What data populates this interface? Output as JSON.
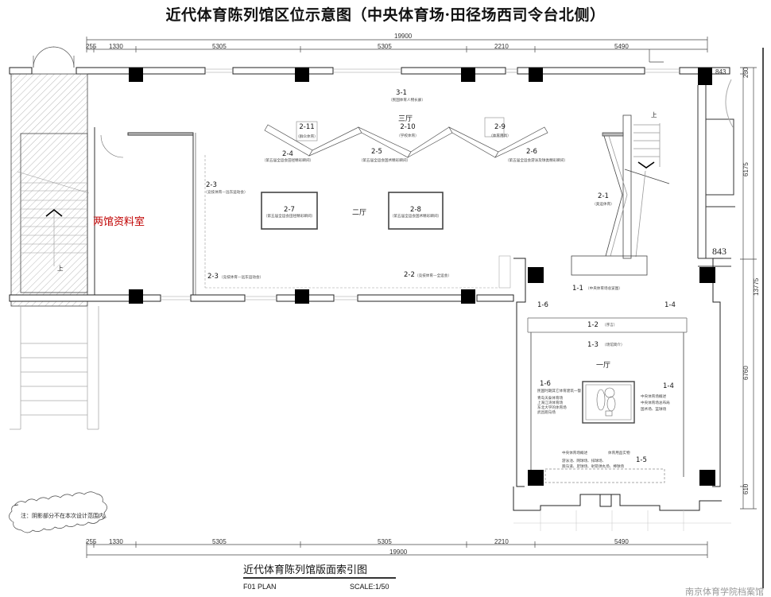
{
  "title": "近代体育陈列馆区位示意图（中央体育场·田径场西司令台北侧）",
  "dimensions": {
    "top_total": "19900",
    "top_segments": [
      "255",
      "1330",
      "5305",
      "5305",
      "2210",
      "5490"
    ],
    "bottom_total": "19900",
    "bottom_segments": [
      "255",
      "1330",
      "5305",
      "5305",
      "2210",
      "5490"
    ],
    "right_segments": [
      "230",
      "6175",
      "6760",
      "610"
    ],
    "right_total": "13775",
    "offset_top": "843",
    "offset_mid": "843"
  },
  "halls": {
    "hall1": "一厅",
    "hall2": "二厅",
    "hall3": "三厅"
  },
  "room_label": "两馆资料室",
  "stair_up": "上",
  "panels": [
    {
      "id": "3-1",
      "desc": "（民国体育人物长廊）"
    },
    {
      "id": "2-11",
      "desc": "（群众体育）"
    },
    {
      "id": "2-10",
      "desc": "（学校体育）"
    },
    {
      "id": "2-9",
      "desc": "（体育用具）"
    },
    {
      "id": "2-4",
      "desc": "（第五届全运会田径精彩瞬间）"
    },
    {
      "id": "2-5",
      "desc": "（第五届全运会国术精彩瞬间）"
    },
    {
      "id": "2-6",
      "desc": "（第五届全运会游泳及球类精彩瞬间）"
    },
    {
      "id": "2-3a",
      "label": "2-3",
      "desc": "（竞技体育—远东运动会）"
    },
    {
      "id": "2-7",
      "desc": "（第五届全运会田径精彩瞬间）"
    },
    {
      "id": "2-8",
      "desc": "（第五届全运会国术精彩瞬间）"
    },
    {
      "id": "2-3b",
      "label": "2-3",
      "desc": "（竞技体育—远东运动会）"
    },
    {
      "id": "2-2",
      "desc": "（竞技体育—全运会）"
    },
    {
      "id": "2-1",
      "desc": "（奥运体育）"
    },
    {
      "id": "1-1",
      "desc": "（中央体育场总览图）"
    },
    {
      "id": "1-6a",
      "label": "1-6",
      "desc": ""
    },
    {
      "id": "1-4a",
      "label": "1-4",
      "desc": ""
    },
    {
      "id": "1-2",
      "desc": "（序言）"
    },
    {
      "id": "1-3",
      "desc": "（场馆简介）"
    },
    {
      "id": "1-6b",
      "label": "1-6",
      "desc": ""
    },
    {
      "id": "1-4b",
      "label": "1-4",
      "desc": ""
    },
    {
      "id": "1-5",
      "desc": ""
    }
  ],
  "hall1_text": {
    "left": [
      "民国时期其它体育建筑一瞥",
      "青岛天泰体育场",
      "上海江湾体育场",
      "东北大学的体育场",
      "武昌跑马场"
    ],
    "right": [
      "中央体育场概述",
      "中央体育场总布局",
      "国术场、篮球场"
    ],
    "bottom_left": [
      "中央体育场概述",
      "游泳池、网球场、排球场、",
      "跑马道、足球场、射箭弹丸场、棒球场"
    ],
    "bottom_mid": "体育用品实物"
  },
  "note": "注：阴影部分不在本次设计范围内。",
  "caption": {
    "title": "近代体育陈列馆版面索引图",
    "plan": "F01  PLAN",
    "scale": "SCALE:1/50"
  },
  "watermark": "南京体育学院档案馆"
}
